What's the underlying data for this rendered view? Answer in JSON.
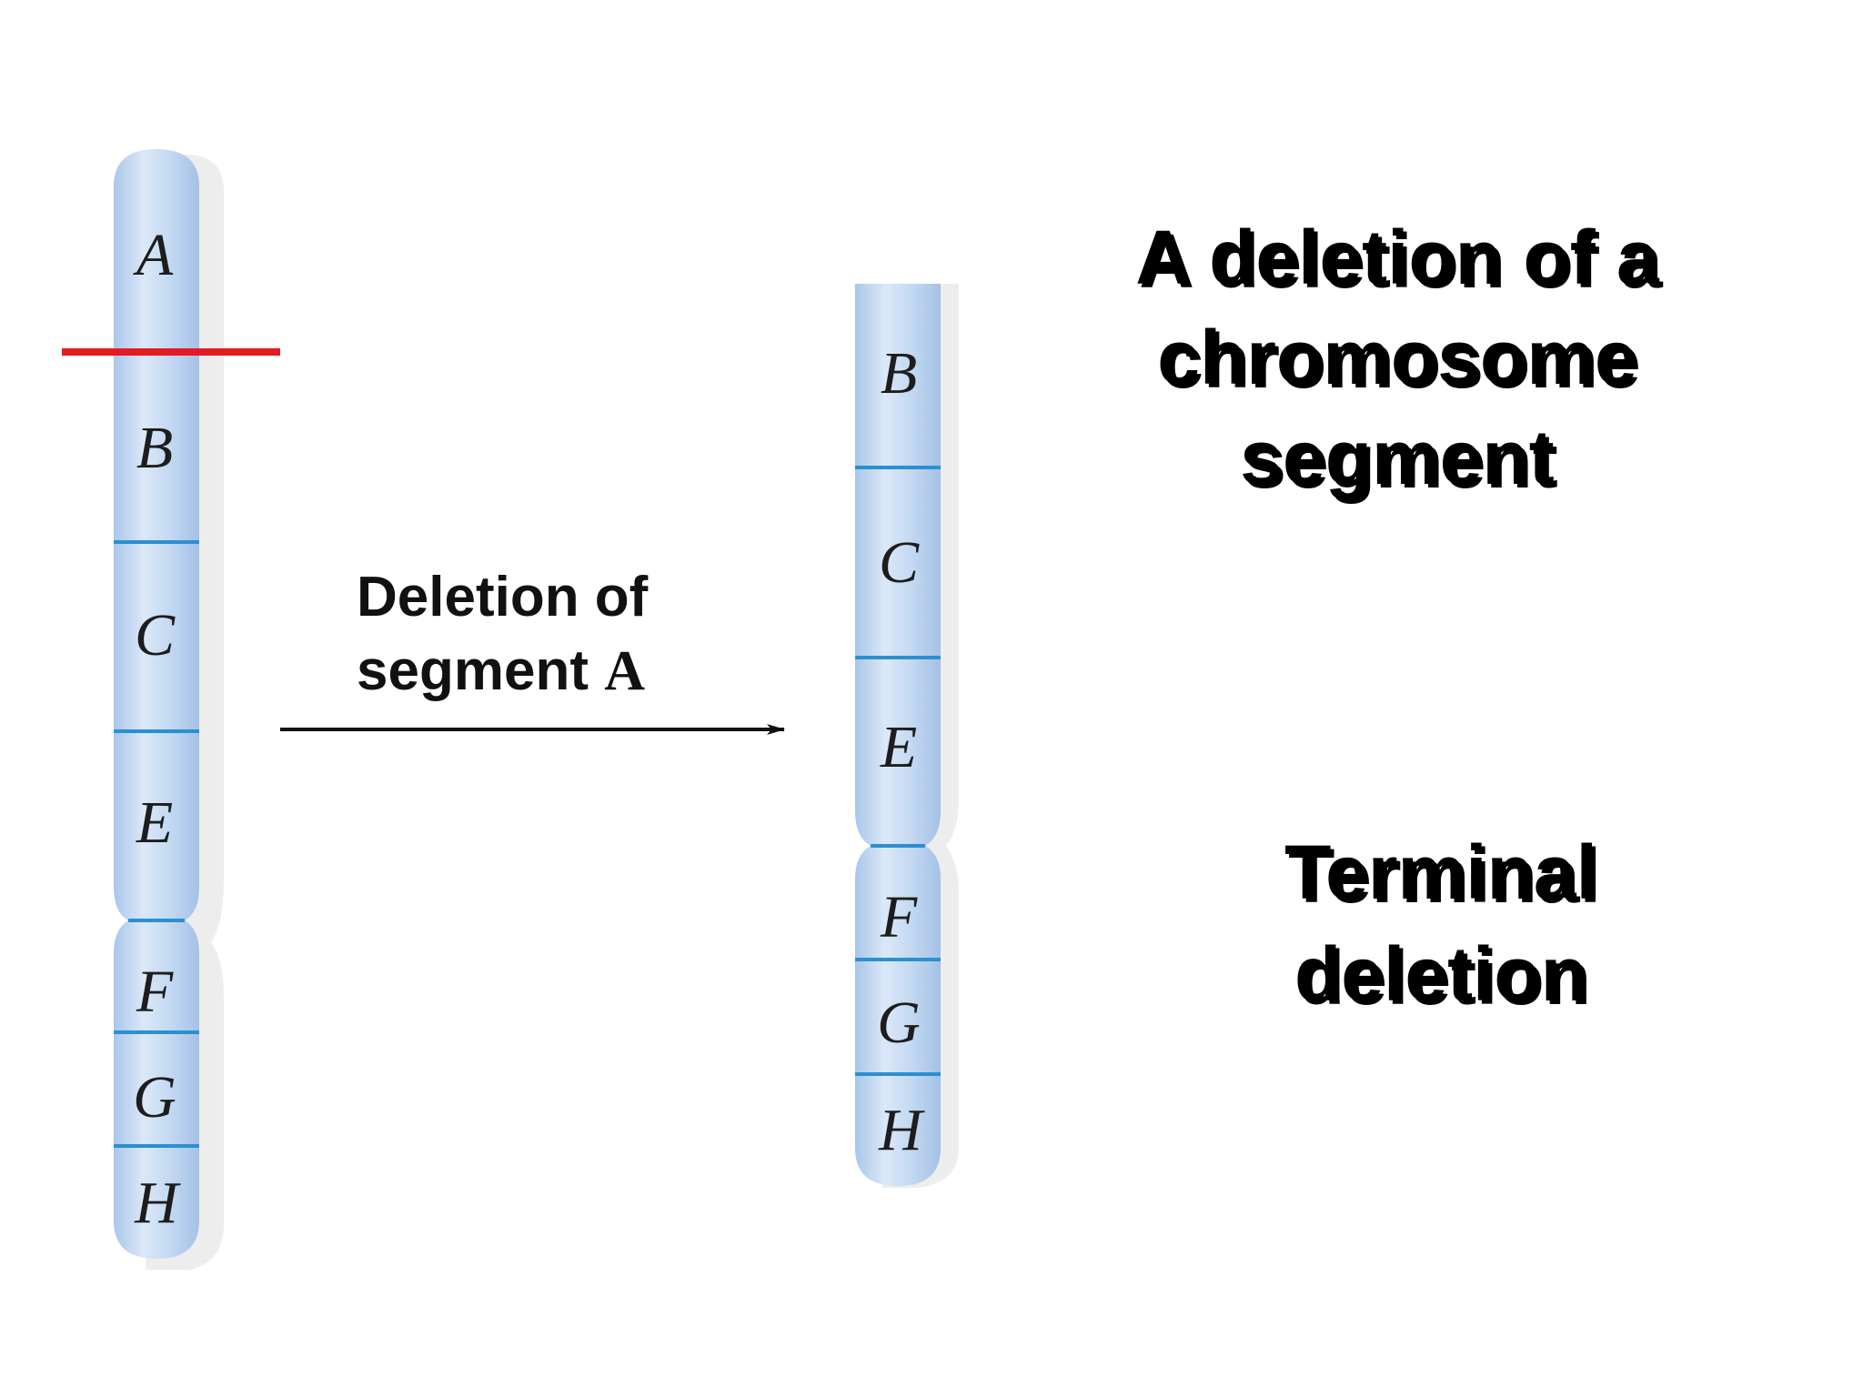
{
  "original_chromosome": {
    "segments": [
      "A",
      "B",
      "C",
      "E",
      "F",
      "G",
      "H"
    ]
  },
  "deleted_chromosome": {
    "segments": [
      "B",
      "C",
      "E",
      "F",
      "G",
      "H"
    ]
  },
  "arrow_caption": {
    "line1": "Deletion of",
    "line2_prefix": "segment ",
    "line2_letter": "A"
  },
  "title": {
    "line1": "A deletion of a",
    "line2": "chromosome",
    "line3": "segment"
  },
  "subtitle": {
    "line1": "Terminal",
    "line2": "deletion"
  },
  "colors": {
    "chromosome_fill": "#b9d2ee",
    "chromosome_edge": "#d9e7f7",
    "band_line": "#2b8fd0",
    "cut_line": "#e31b23",
    "shadow": "#e3e3e3",
    "text": "#111111"
  }
}
